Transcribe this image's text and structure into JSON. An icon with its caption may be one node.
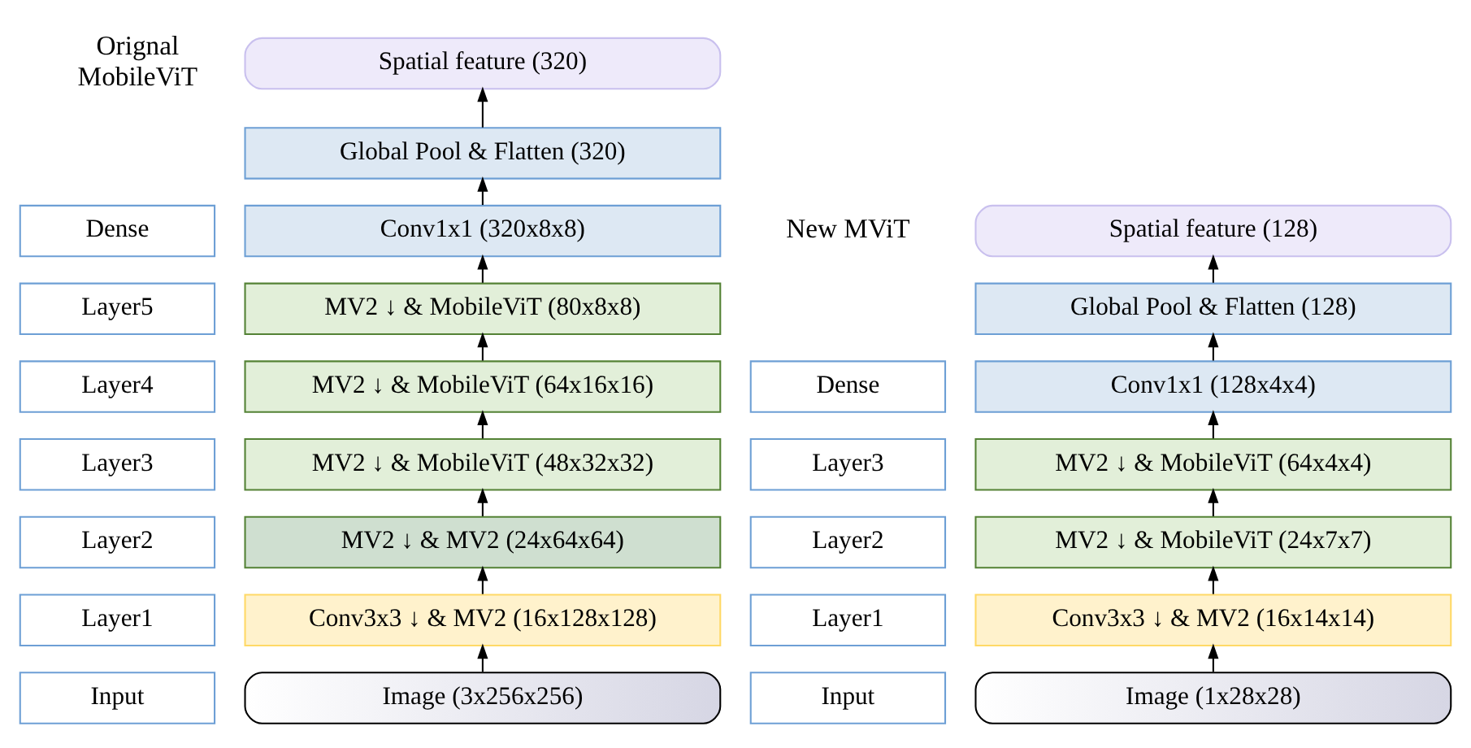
{
  "diagram": {
    "nodes": [
      {
        "text": [
          "Spatial feature (320)"
        ]
      },
      {
        "text": [
          "Global Pool & Flatten (320)"
        ]
      },
      {
        "text": [
          "Dense"
        ]
      },
      {
        "text": [
          "Conv1x1 (320x8x8)"
        ]
      },
      {
        "text": [
          "Layer5"
        ]
      },
      {
        "text": [
          "MV2 ↓ & MobileViT (80x8x8)"
        ]
      },
      {
        "text": [
          "Layer4"
        ]
      },
      {
        "text": [
          "MV2 ↓ & MobileViT (64x16x16)"
        ]
      },
      {
        "text": [
          "Layer3"
        ]
      },
      {
        "text": [
          "MV2 ↓ & MobileViT (48x32x32)"
        ]
      },
      {
        "text": [
          "Layer2"
        ]
      },
      {
        "text": [
          "MV2 ↓ & MV2 (24x64x64)"
        ]
      },
      {
        "text": [
          "Layer1"
        ]
      },
      {
        "text": [
          "Conv3x3 ↓ & MV2 (16x128x128)"
        ]
      },
      {
        "text": [
          "Input"
        ]
      },
      {
        "text": [
          "Image (3x256x256)"
        ]
      },
      {
        "text": [
          "Spatial feature (128)"
        ]
      },
      {
        "text": [
          "Dense"
        ]
      },
      {
        "text": [
          "Global Pool & Flatten (128)"
        ]
      },
      {
        "text": [
          "Conv1x1 (128x4x4)"
        ]
      },
      {
        "text": [
          "Layer3"
        ]
      },
      {
        "text": [
          "MV2 ↓ & MobileViT (64x4x4)"
        ]
      },
      {
        "text": [
          "Layer2"
        ]
      },
      {
        "text": [
          "MV2 ↓ & MobileViT (24x7x7)"
        ]
      },
      {
        "text": [
          "Layer1"
        ]
      },
      {
        "text": [
          "Conv3x3 ↓ & MV2 (16x14x14)"
        ]
      },
      {
        "text": [
          "Input"
        ]
      },
      {
        "text": [
          "Image (1x28x28)"
        ]
      }
    ],
    "edges": [
      {
        "from": 15,
        "to": 13,
        "arrow": "to"
      },
      {
        "from": 13,
        "to": 11,
        "arrow": "to"
      },
      {
        "from": 11,
        "to": 9,
        "arrow": "to"
      },
      {
        "from": 9,
        "to": 7,
        "arrow": "to"
      },
      {
        "from": 7,
        "to": 5,
        "arrow": "to"
      },
      {
        "from": 5,
        "to": 3,
        "arrow": "to"
      },
      {
        "from": 3,
        "to": 1,
        "arrow": "to"
      },
      {
        "from": 1,
        "to": 0,
        "arrow": "to"
      },
      {
        "from": 27,
        "to": 25,
        "arrow": "to"
      },
      {
        "from": 25,
        "to": 23,
        "arrow": "to"
      },
      {
        "from": 23,
        "to": 21,
        "arrow": "to"
      },
      {
        "from": 21,
        "to": 19,
        "arrow": "to"
      },
      {
        "from": 19,
        "to": 18,
        "arrow": "to"
      },
      {
        "from": 18,
        "to": 16,
        "arrow": "to"
      }
    ],
    "labels": [
      "Orignal MobileViT",
      "New MViT"
    ]
  }
}
